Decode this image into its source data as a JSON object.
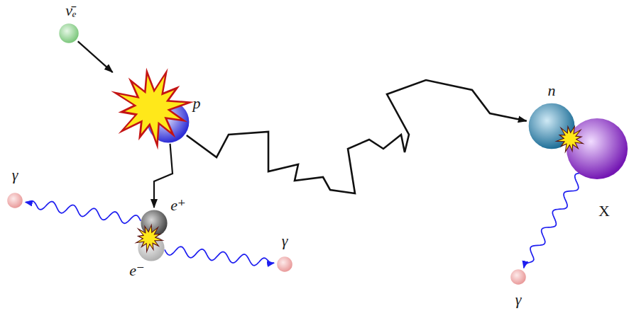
{
  "diagram": {
    "nodes": [
      {
        "text": [
          "ν̄ₑ"
        ]
      },
      {
        "text": [
          "p"
        ]
      },
      {
        "text": [
          "e⁺"
        ]
      },
      {
        "text": [
          "e⁻"
        ]
      },
      {
        "text": [
          "γ"
        ]
      },
      {
        "text": [
          "γ"
        ]
      },
      {
        "text": [
          "n"
        ]
      },
      {
        "text": [
          "X"
        ]
      },
      {
        "text": [
          "γ"
        ]
      }
    ],
    "edges": [
      {
        "from": 0,
        "to": 1,
        "arrow": "to"
      },
      {
        "from": 1,
        "to": 2,
        "arrow": "to"
      },
      {
        "from": 1,
        "to": 6,
        "arrow": "to"
      },
      {
        "from": 2,
        "to": 4,
        "arrow": "to"
      },
      {
        "from": 3,
        "to": 5,
        "arrow": "to"
      },
      {
        "from": 7,
        "to": 8,
        "arrow": "to"
      }
    ]
  }
}
